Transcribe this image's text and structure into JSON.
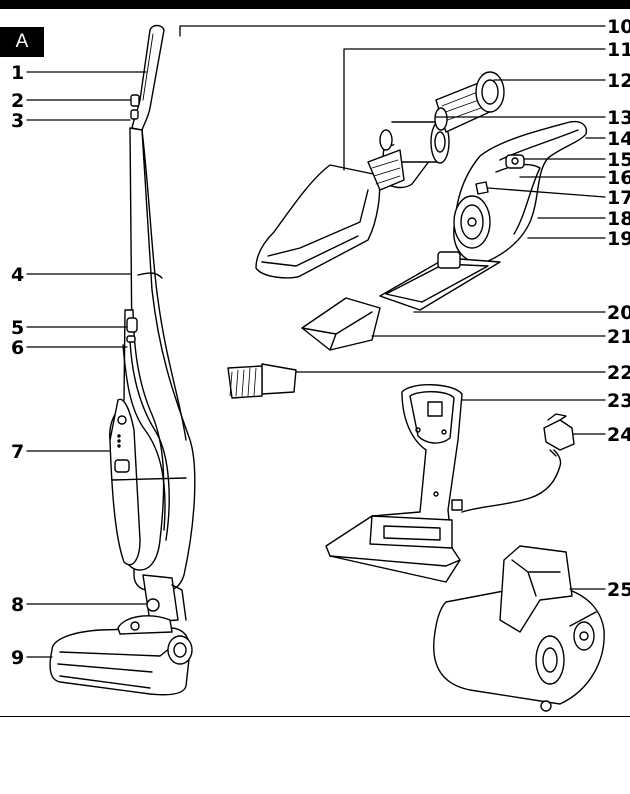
{
  "figure_label": "A",
  "callouts": [
    {
      "id": "1",
      "label": "1"
    },
    {
      "id": "2",
      "label": "2"
    },
    {
      "id": "3",
      "label": "3"
    },
    {
      "id": "4",
      "label": "4"
    },
    {
      "id": "5",
      "label": "5"
    },
    {
      "id": "6",
      "label": "6"
    },
    {
      "id": "7",
      "label": "7"
    },
    {
      "id": "8",
      "label": "8"
    },
    {
      "id": "9",
      "label": "9"
    },
    {
      "id": "10",
      "label": "10"
    },
    {
      "id": "11",
      "label": "11"
    },
    {
      "id": "12",
      "label": "12"
    },
    {
      "id": "13",
      "label": "13"
    },
    {
      "id": "14",
      "label": "14"
    },
    {
      "id": "15",
      "label": "15"
    },
    {
      "id": "16",
      "label": "16"
    },
    {
      "id": "17",
      "label": "17"
    },
    {
      "id": "18",
      "label": "18"
    },
    {
      "id": "19",
      "label": "19"
    },
    {
      "id": "20",
      "label": "20"
    },
    {
      "id": "21",
      "label": "21"
    },
    {
      "id": "22",
      "label": "22"
    },
    {
      "id": "23",
      "label": "23"
    },
    {
      "id": "24",
      "label": "24"
    },
    {
      "id": "25",
      "label": "25"
    }
  ]
}
